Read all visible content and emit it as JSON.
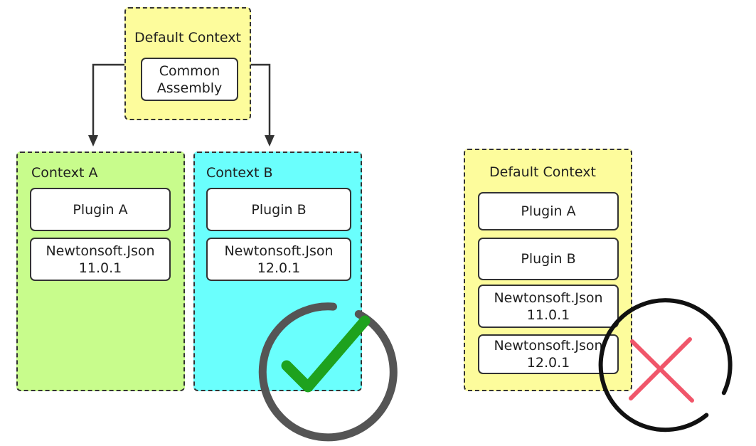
{
  "colors": {
    "default_context_fill": "#fdfc9c",
    "context_a_fill": "#c8fc8c",
    "context_b_fill": "#6afffd",
    "check_color": "#1ea21e",
    "check_ring_color": "#555555",
    "cross_color": "#f0566a",
    "cross_ring_color": "#111111"
  },
  "left_diagram": {
    "default_context": {
      "title": "Default Context",
      "common_assembly": "Common\nAssembly"
    },
    "context_a": {
      "title": "Context A",
      "plugin": "Plugin A",
      "newtonsoft": "Newtonsoft.Json\n11.0.1"
    },
    "context_b": {
      "title": "Context B",
      "plugin": "Plugin B",
      "newtonsoft": "Newtonsoft.Json\n12.0.1"
    }
  },
  "right_diagram": {
    "default_context": {
      "title": "Default Context",
      "plugin_a": "Plugin A",
      "plugin_b": "Plugin B",
      "newtonsoft_11": "Newtonsoft.Json\n11.0.1",
      "newtonsoft_12": "Newtonsoft.Json\n12.0.1"
    }
  },
  "icons": {
    "valid": "check-icon",
    "invalid": "cross-icon",
    "arrow": "arrow-down-icon"
  }
}
